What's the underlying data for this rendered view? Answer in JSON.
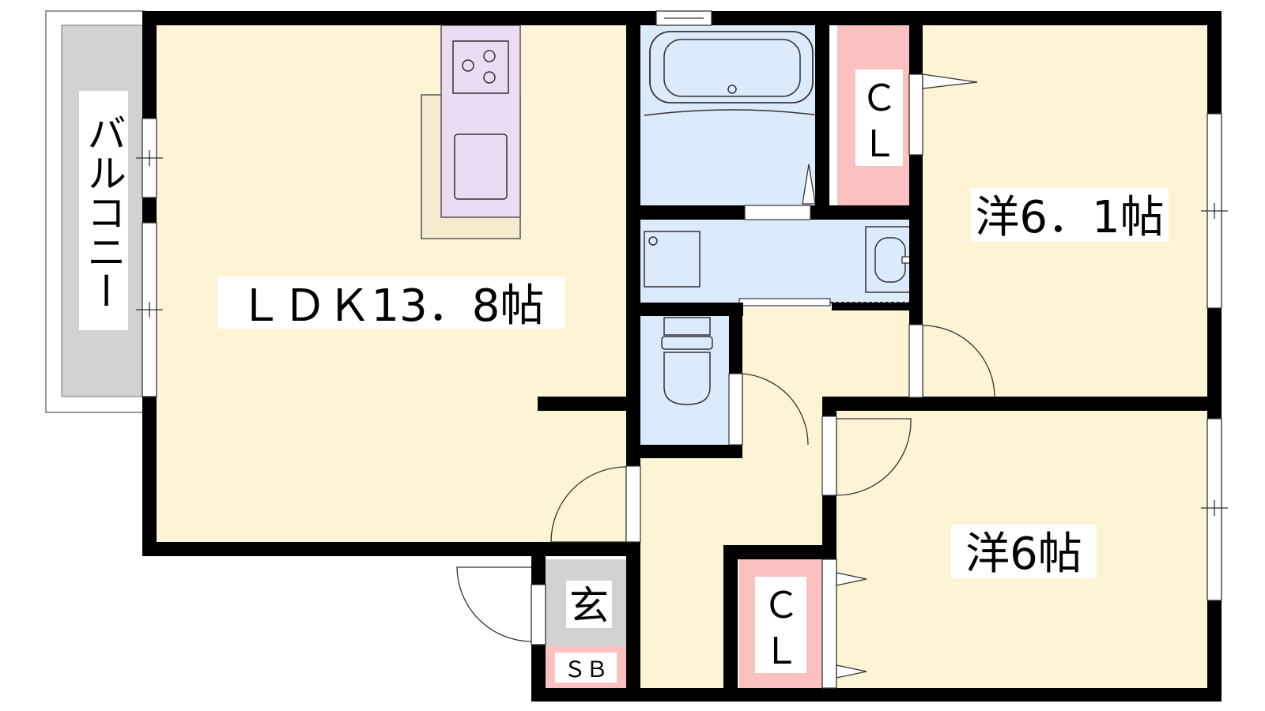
{
  "rooms": {
    "ldk": {
      "label": "ＬＤＫ13．8帖"
    },
    "western_a": {
      "label": "洋6．1帖"
    },
    "western_b": {
      "label": "洋6帖"
    },
    "balcony": {
      "label": "バルコニー"
    },
    "closet_a": {
      "line1": "Ｃ",
      "line2": "Ｌ"
    },
    "closet_b": {
      "line1": "Ｃ",
      "line2": "Ｌ"
    },
    "entrance": {
      "label": "玄"
    },
    "shoe_box": {
      "label": "ＳＢ"
    }
  },
  "colors": {
    "floor": "#fdf3d5",
    "wet_area": "#dcebfb",
    "closet": "#fbc0c0",
    "kitchen": "#eadcf3",
    "balcony": "#d2d2d2",
    "entrance": "#d2d2d2",
    "wall": "#000000"
  }
}
